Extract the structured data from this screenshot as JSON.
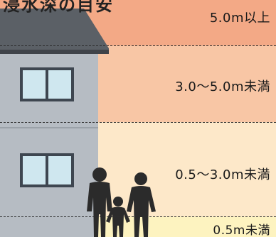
{
  "title_fragment": "浸水深の目安",
  "levels": [
    {
      "label": "5.0m以上",
      "color": "#f3a986"
    },
    {
      "label": "3.0〜5.0m未満",
      "color": "#f8c6a5"
    },
    {
      "label": "0.5〜3.0m未満",
      "color": "#fde8c9"
    },
    {
      "label": "0.5m未満",
      "color": "#fdf3c0"
    }
  ],
  "colors": {
    "roof": "#5b6066",
    "wall": "#b6bcc3",
    "window_frame": "#3e4650",
    "window_glass": "#cfe7ef",
    "silhouette": "#2b2b2b",
    "dashed_line": "#2d2d2d"
  },
  "icons": {
    "house": "house-icon",
    "people": "family-silhouette-icon"
  }
}
